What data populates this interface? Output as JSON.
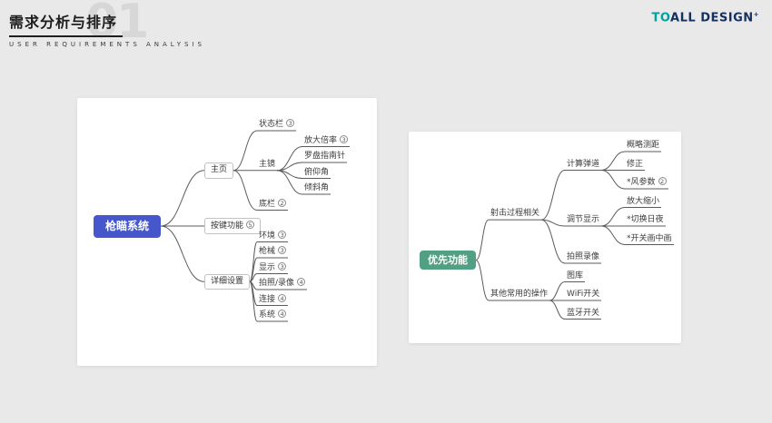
{
  "header": {
    "watermark": "01",
    "title": "需求分析与排序",
    "subtitle": "USER REQUIREMENTS ANALYSIS"
  },
  "logo": {
    "prefix": "TO",
    "rest": "ALL DESIGN",
    "sup": "+"
  },
  "colors": {
    "background": "#e9e9e9",
    "connector": "#5b5b5b",
    "logo_teal": "#00a19c",
    "logo_dark": "#16305d",
    "left_root": "#4557cb",
    "right_root": "#52a084"
  },
  "mindmaps": [
    {
      "name": "gun-scope-system",
      "root_color": "#4557cb",
      "root": {
        "label": "枪瞄系统",
        "children": [
          {
            "label": "主页",
            "box": true,
            "children": [
              {
                "label": "状态栏",
                "badge": "3"
              },
              {
                "label": "主镜",
                "children": [
                  {
                    "label": "放大倍率",
                    "badge": "3"
                  },
                  {
                    "label": "罗盘指南针"
                  },
                  {
                    "label": "俯仰角"
                  },
                  {
                    "label": "倾斜角"
                  }
                ]
              },
              {
                "label": "底栏",
                "badge": "2"
              }
            ]
          },
          {
            "label": "按键功能",
            "box": true,
            "badge": "5"
          },
          {
            "label": "详细设置",
            "box": true,
            "children": [
              {
                "label": "环境",
                "badge": "3"
              },
              {
                "label": "枪械",
                "badge": "3"
              },
              {
                "label": "显示",
                "badge": "3"
              },
              {
                "label": "拍照/录像",
                "badge": "4"
              },
              {
                "label": "连接",
                "badge": "4"
              },
              {
                "label": "系统",
                "badge": "4"
              }
            ]
          }
        ]
      }
    },
    {
      "name": "priority-functions",
      "root_color": "#52a084",
      "root": {
        "label": "优先功能",
        "children": [
          {
            "label": "射击过程相关",
            "children": [
              {
                "label": "计算弹道",
                "children": [
                  {
                    "label": "概略测距"
                  },
                  {
                    "label": "修正"
                  },
                  {
                    "label": "*风参数",
                    "badge": "2"
                  }
                ]
              },
              {
                "label": "调节显示",
                "children": [
                  {
                    "label": "放大缩小"
                  },
                  {
                    "label": "*切换日夜"
                  },
                  {
                    "label": "*开关画中画"
                  }
                ]
              },
              {
                "label": "拍照录像"
              }
            ]
          },
          {
            "label": "其他常用的操作",
            "children": [
              {
                "label": "图库"
              },
              {
                "label": "WiFi开关"
              },
              {
                "label": "蓝牙开关"
              }
            ]
          }
        ]
      }
    }
  ]
}
